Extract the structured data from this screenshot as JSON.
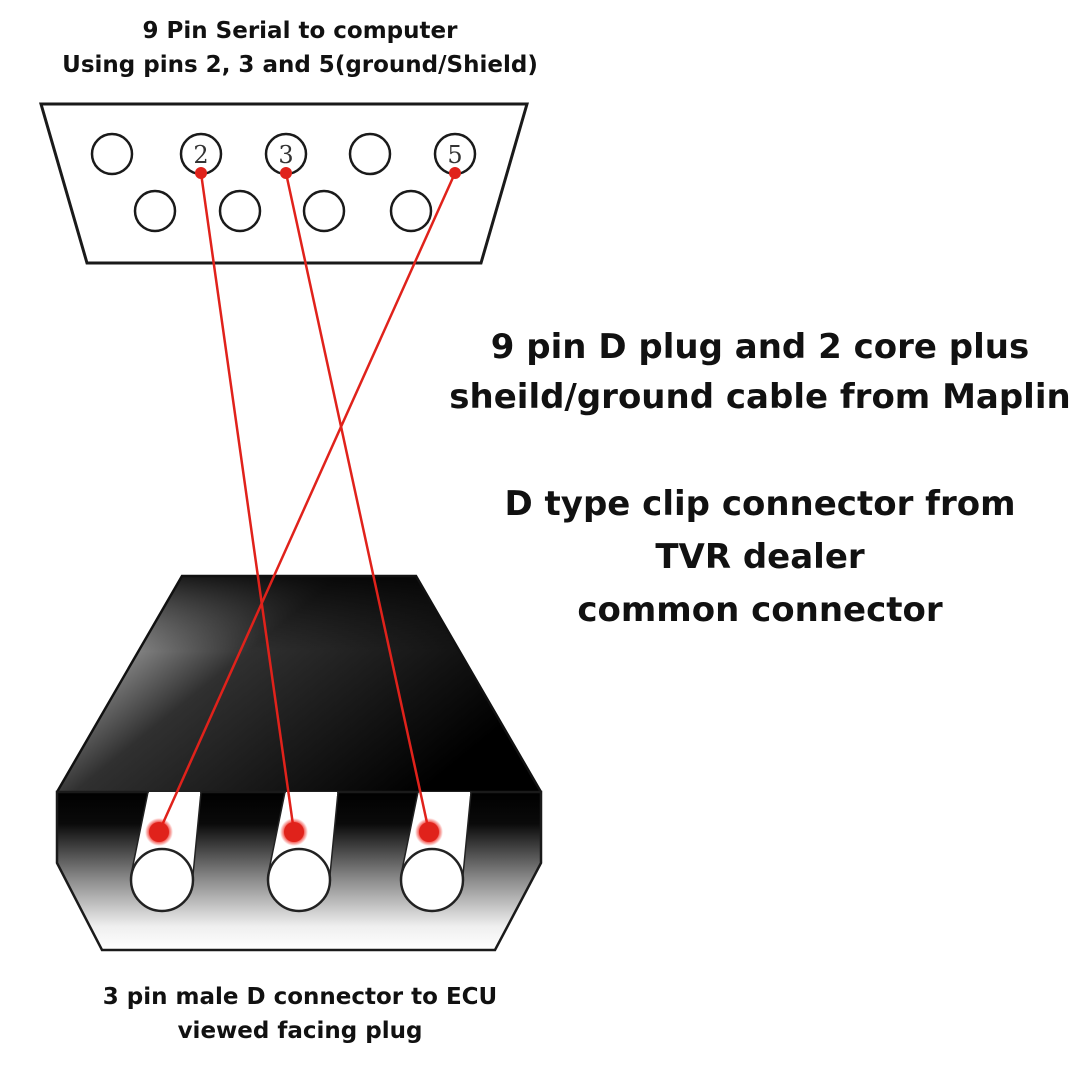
{
  "captions": {
    "top": [
      "9 Pin Serial to computer",
      "Using pins 2, 3 and 5(ground/Shield)"
    ],
    "cable_note": [
      "9 pin D plug and 2 core plus",
      "sheild/ground cable from Maplin"
    ],
    "dealer_note": [
      "D type clip connector from",
      "TVR dealer",
      "common connector"
    ],
    "bottom": [
      "3 pin male D connector to ECU",
      "viewed facing plug"
    ]
  },
  "serial_connector": {
    "name": "9-pin D-sub serial connector",
    "pins_row1": [
      {
        "number": 1,
        "label": "",
        "used": false
      },
      {
        "number": 2,
        "label": "2",
        "used": true
      },
      {
        "number": 3,
        "label": "3",
        "used": true
      },
      {
        "number": 4,
        "label": "",
        "used": false
      },
      {
        "number": 5,
        "label": "5",
        "used": true
      }
    ],
    "pins_row2": [
      {
        "number": 6,
        "used": false
      },
      {
        "number": 7,
        "used": false
      },
      {
        "number": 8,
        "used": false
      },
      {
        "number": 9,
        "used": false
      }
    ]
  },
  "ecu_connector": {
    "name": "3 pin male D connector",
    "pins": [
      {
        "position": "left"
      },
      {
        "position": "middle"
      },
      {
        "position": "right"
      }
    ]
  },
  "wires": [
    {
      "from_serial_pin": 2,
      "to_ecu_pin": "middle"
    },
    {
      "from_serial_pin": 3,
      "to_ecu_pin": "right"
    },
    {
      "from_serial_pin": 5,
      "to_ecu_pin": "left"
    }
  ],
  "colors": {
    "wire": "#e0221b",
    "outline": "#1a1a1a",
    "connector_dark": "#000000"
  }
}
